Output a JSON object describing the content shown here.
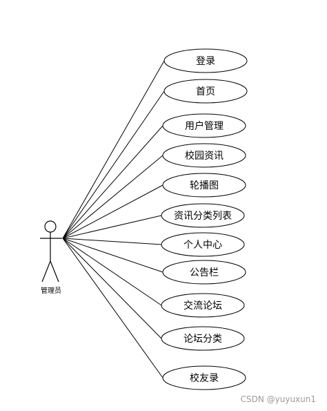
{
  "actor": {
    "label": "管理员"
  },
  "use_cases": [
    {
      "label": "登录"
    },
    {
      "label": "首页"
    },
    {
      "label": "用户管理"
    },
    {
      "label": "校园资讯"
    },
    {
      "label": "轮播图"
    },
    {
      "label": "资讯分类列表"
    },
    {
      "label": "个人中心"
    },
    {
      "label": "公告栏"
    },
    {
      "label": "交流论坛"
    },
    {
      "label": "论坛分类"
    },
    {
      "label": "校友录"
    }
  ],
  "watermark": "CSDN @yuyuxun1"
}
